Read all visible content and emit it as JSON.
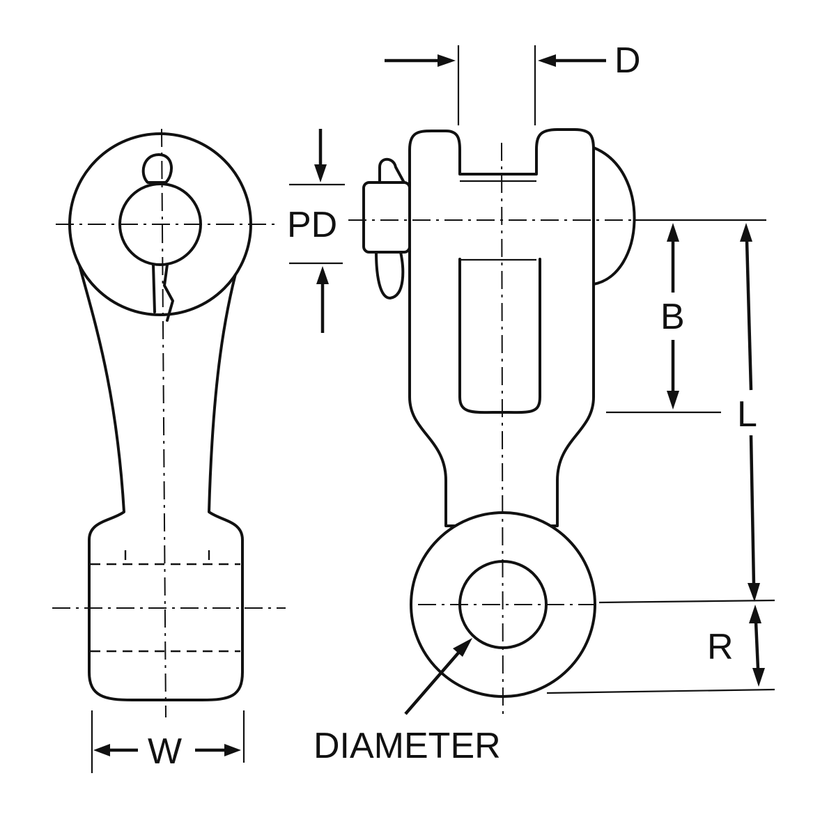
{
  "labels": {
    "d": "D",
    "pd": "PD",
    "b": "B",
    "l": "L",
    "r": "R",
    "w": "W",
    "diameter": "DIAMETER"
  },
  "colors": {
    "ink": "#111111",
    "background": "#ffffff"
  }
}
